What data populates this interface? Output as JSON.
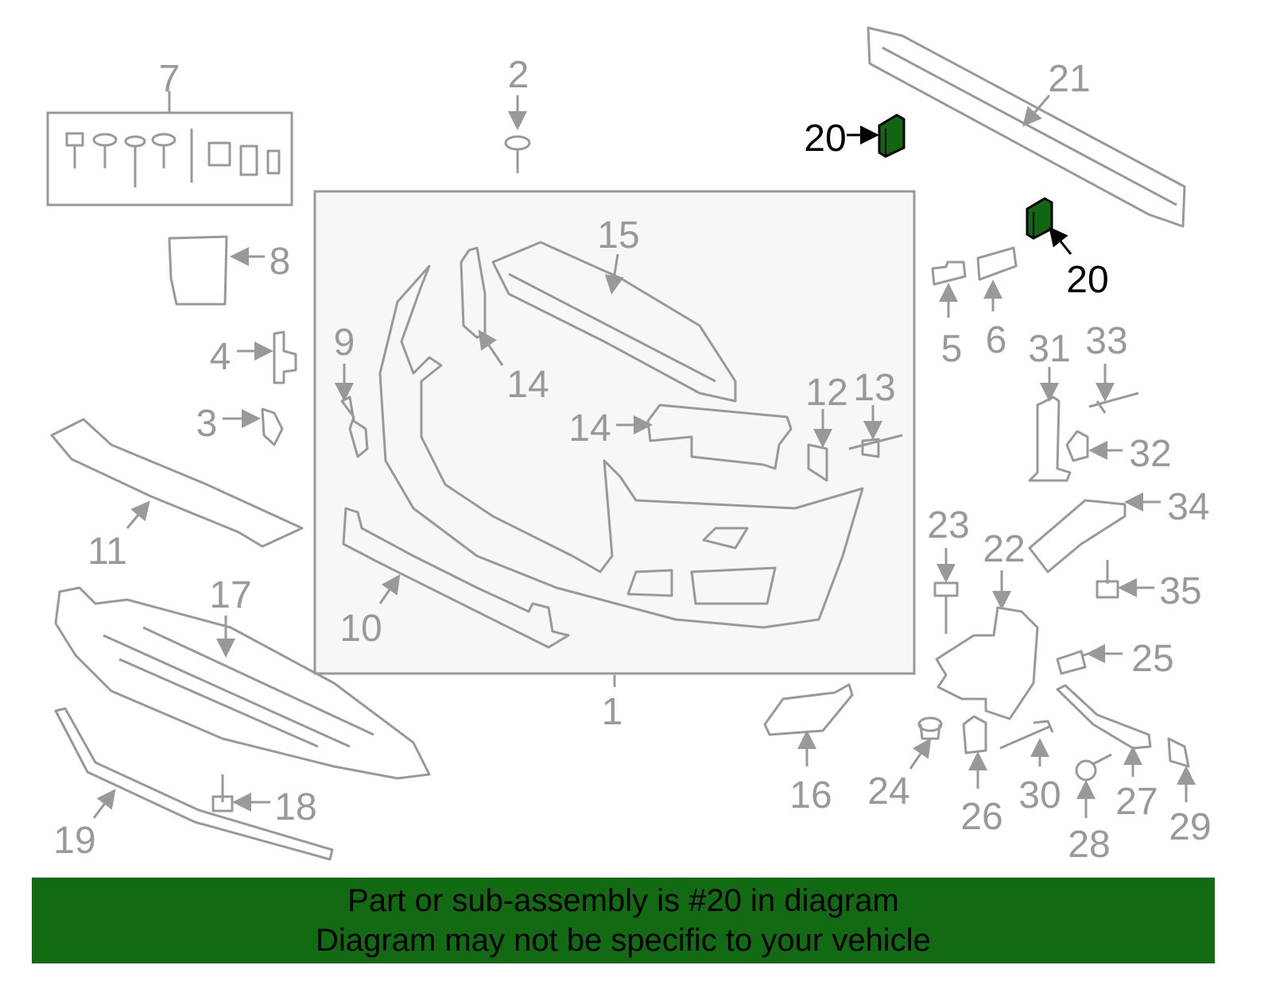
{
  "highlight_color": "#126b12",
  "callout_color": "#999999",
  "highlighted_part": "20",
  "callouts": [
    "7",
    "2",
    "21",
    "20",
    "20",
    "15",
    "8",
    "4",
    "9",
    "14",
    "5",
    "6",
    "31",
    "33",
    "3",
    "12",
    "13",
    "14",
    "32",
    "11",
    "34",
    "23",
    "22",
    "35",
    "10",
    "17",
    "1",
    "25",
    "16",
    "24",
    "18",
    "30",
    "27",
    "26",
    "29",
    "19",
    "28"
  ],
  "banner": {
    "line1": "Part or sub-assembly is #20 in diagram",
    "line2": "Diagram may not be specific to your vehicle"
  }
}
